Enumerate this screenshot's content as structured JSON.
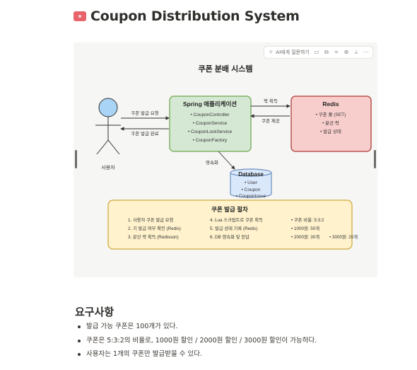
{
  "page": {
    "title": "Coupon Distribution System"
  },
  "toolbar": {
    "ai_label": "AI에게 질문하기",
    "icons": [
      "sparkle-icon",
      "comment-icon",
      "copy-icon",
      "crop-icon",
      "zoom-in-icon",
      "download-icon",
      "more-icon"
    ]
  },
  "diagram": {
    "title": "쿠폰 분배 시스템",
    "user_label": "사용자",
    "arrow_request": "쿠폰 발급 요청",
    "arrow_complete": "쿠폰 발급 완료",
    "arrow_lock": "락 획득",
    "arrow_provide": "쿠폰 제공",
    "arrow_persist": "영속화",
    "spring": {
      "title": "Spring 애플리케이션",
      "items": [
        "• CouponController",
        "• CouponService",
        "• CouponLockService",
        "• CouponFactory"
      ]
    },
    "redis": {
      "title": "Redis",
      "items": [
        "• 쿠폰 풀 (SET)",
        "• 분산 락",
        "• 발급 상태"
      ]
    },
    "database": {
      "title": "Database",
      "items": [
        "• User",
        "• Coupon",
        "• CouponIssue"
      ]
    },
    "procedure": {
      "title": "쿠폰 발급 절차",
      "col1": [
        "1. 사용자 쿠폰 발급 요청",
        "2. 기 발급 여부 확인 (Redis)",
        "3. 분산 락 획득 (Redisson)"
      ],
      "col2": [
        "4. Lua 스크립트로 쿠폰 획득",
        "5. 발급 상태 기록 (Redis)",
        "6. DB 영속화 및 응답"
      ],
      "col3": [
        "• 쿠폰 비율: 5:3:2",
        "• 1000원: 50개",
        "• 2000원: 30개"
      ],
      "col4": "• 3000원: 20개"
    },
    "colors": {
      "spring_fill": "#d5e8d4",
      "spring_stroke": "#82b366",
      "redis_fill": "#f8cecc",
      "redis_stroke": "#b85450",
      "db_fill": "#dae8fc",
      "db_stroke": "#6c8ebf",
      "proc_fill": "#fff2cc",
      "proc_stroke": "#d6b656",
      "user_fill": "#a9d4f5"
    }
  },
  "requirements": {
    "heading": "요구사항",
    "items": [
      "발급 가능 쿠폰은 100개가 있다.",
      "쿠폰은 5:3:2의 비율로, 1000원 할인 / 2000원 할인 / 3000원 할인이 가능하다.",
      "사용자는 1개의 쿠폰만 발급받을 수 있다."
    ]
  }
}
